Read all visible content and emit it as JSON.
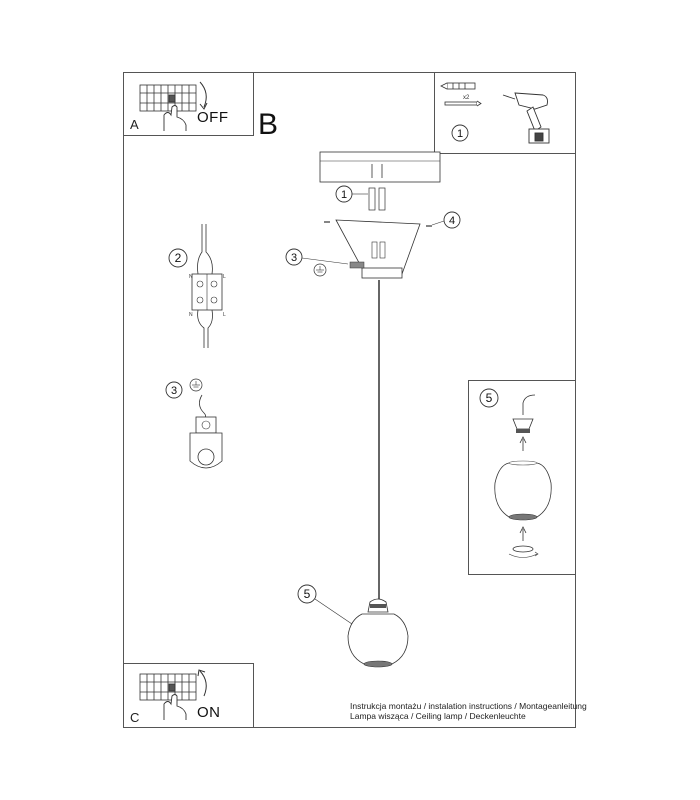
{
  "step_a": {
    "letter": "A",
    "switch_label": "OFF"
  },
  "step_b": {
    "letter": "B"
  },
  "step_c": {
    "letter": "C",
    "switch_label": "ON"
  },
  "callouts": {
    "tools": "1",
    "anchors": "1",
    "wiring": "2",
    "ground_bracket": "3",
    "ground_detail": "3",
    "screws": "4",
    "shade_main": "5",
    "shade_detail": "5"
  },
  "tool_kit": {
    "quantity": "x2"
  },
  "terminal": {
    "left_top": "N",
    "right_top": "L",
    "left_bottom": "N",
    "right_bottom": "L"
  },
  "caption": {
    "line1": "Instrukcja montażu / instalation instructions / Montageanleitung",
    "line2": "Lampa wisząca / Ceiling lamp / Deckenleuchte"
  }
}
